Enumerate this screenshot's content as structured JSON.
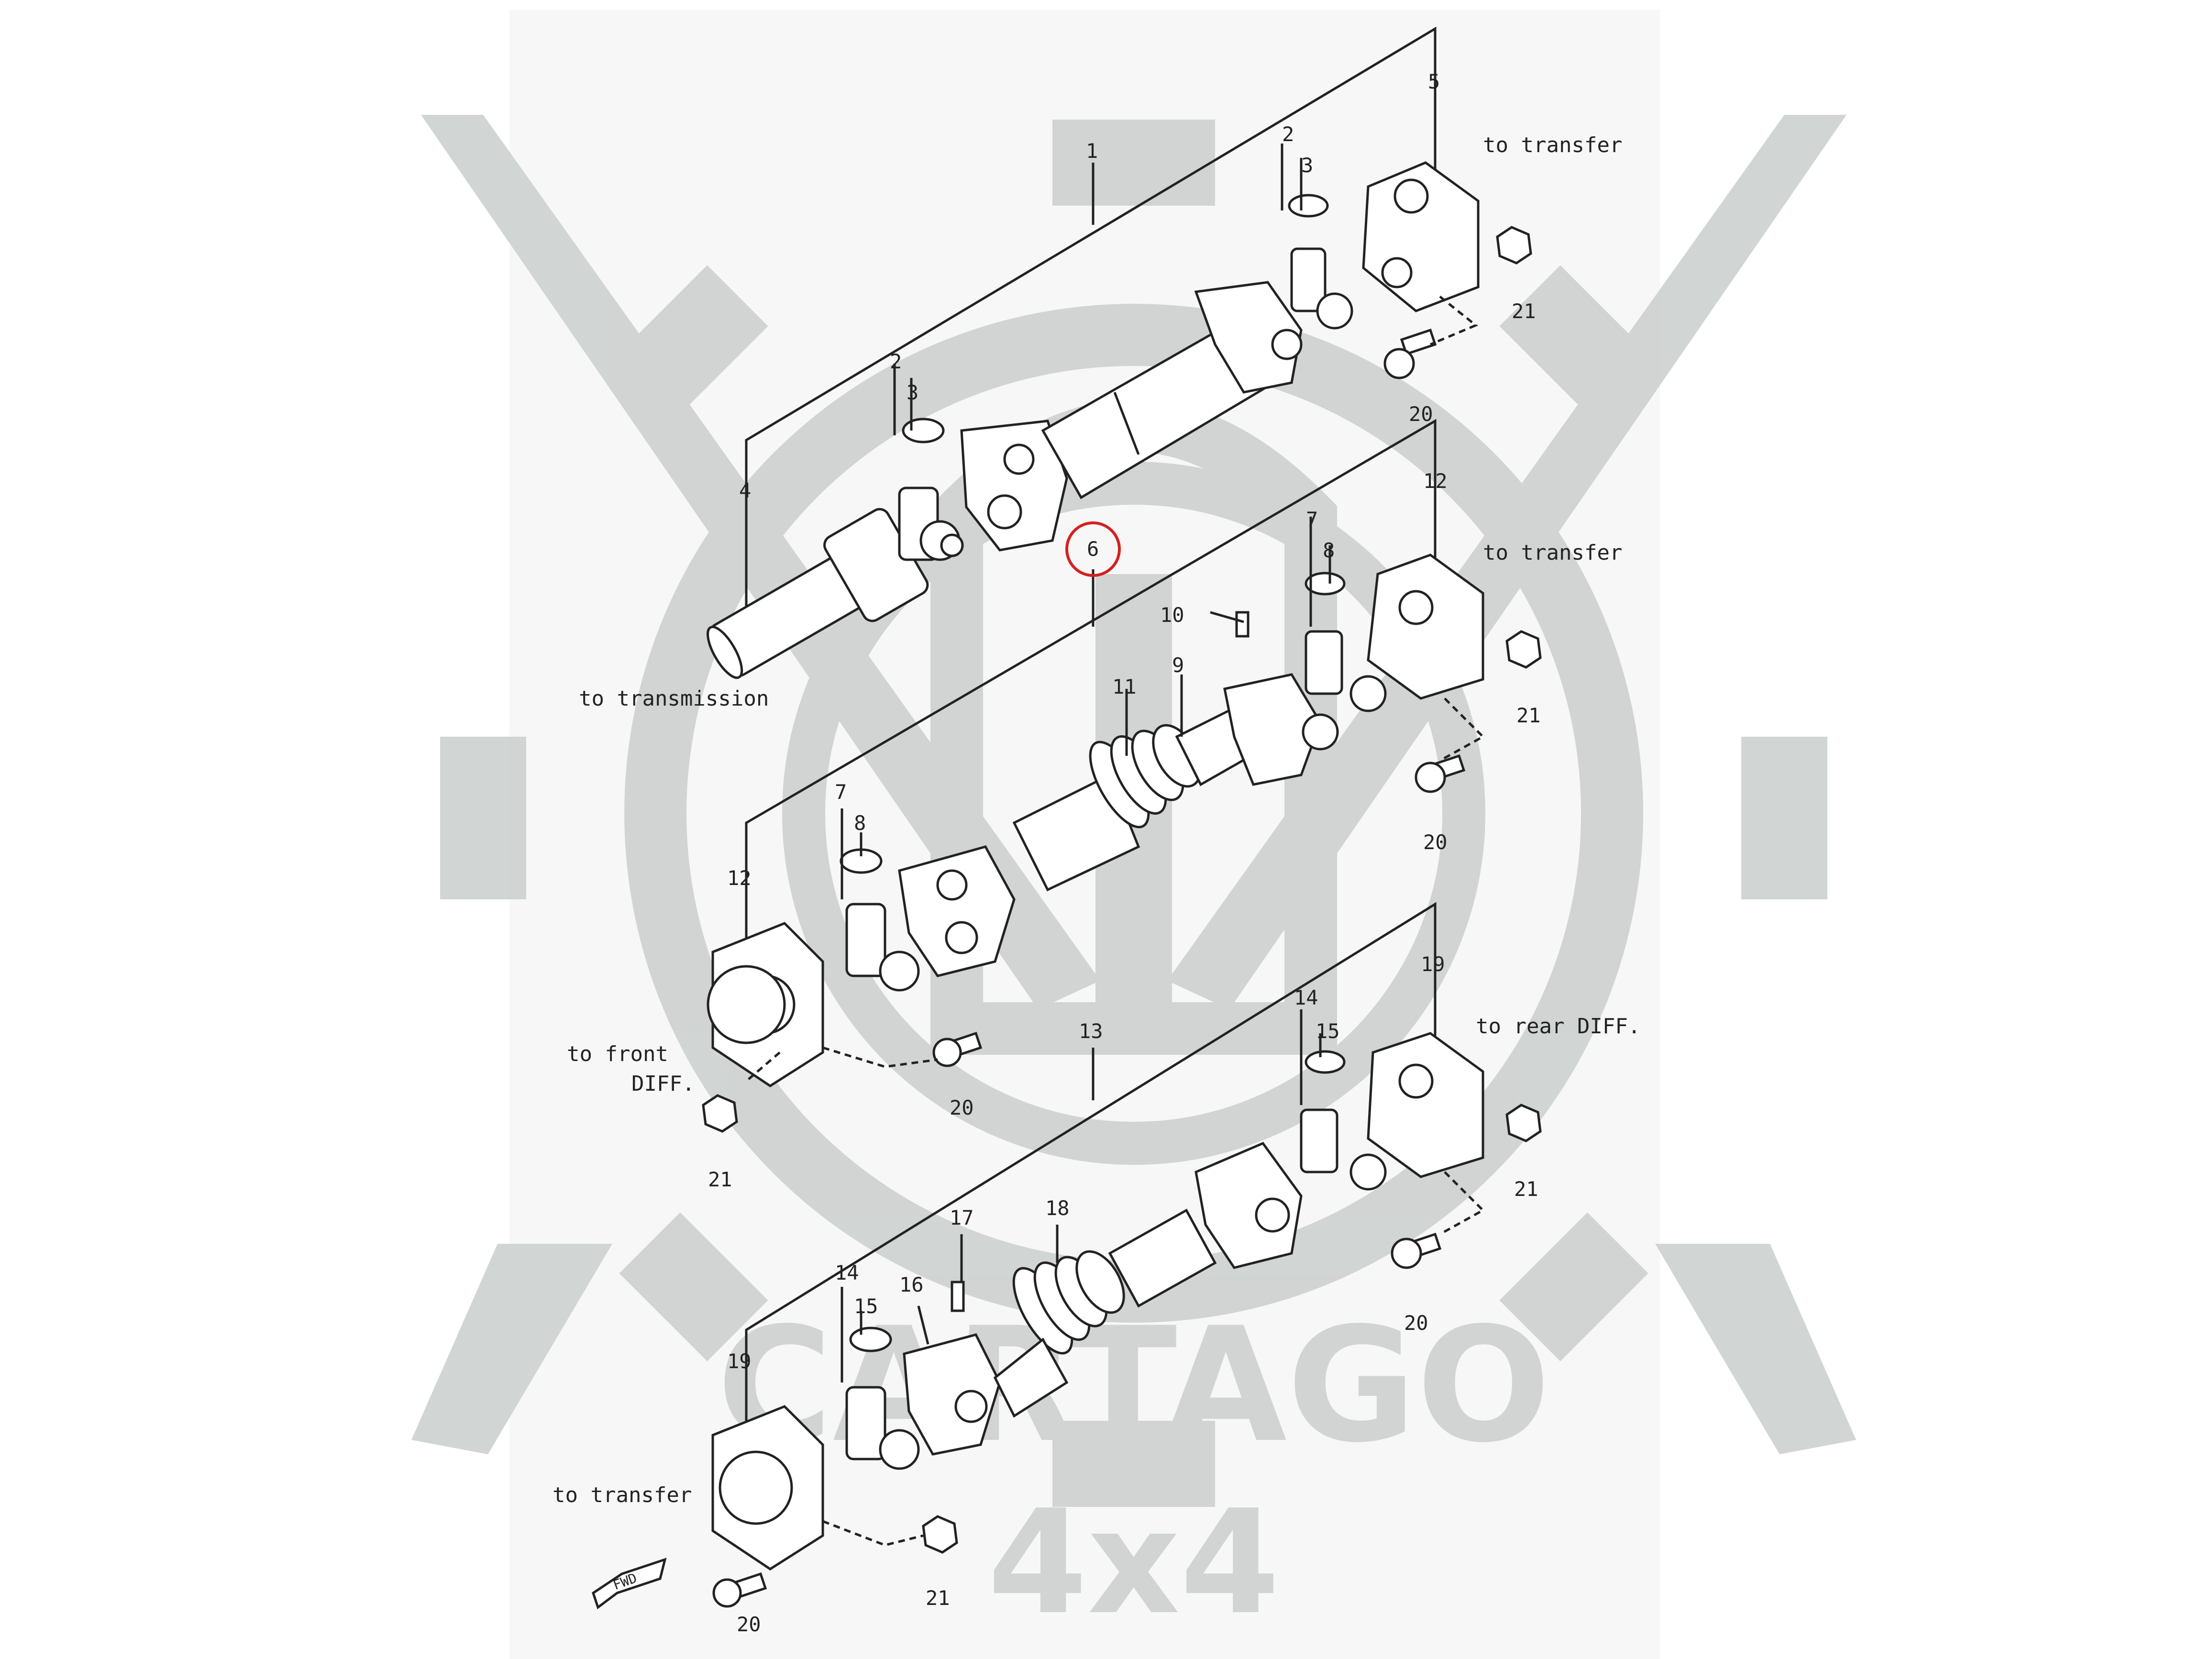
{
  "watermark": {
    "brand": "CARTAGO",
    "sub": "4x4"
  },
  "captions": {
    "to_transfer_1": "to transfer",
    "to_transfer_2": "to transfer",
    "to_transmission": "to transmission",
    "to_front": "to front",
    "diff_front": "DIFF.",
    "to_rear_diff": "to rear DIFF.",
    "to_transfer_3": "to transfer",
    "fwd": "FWD"
  },
  "callouts": {
    "n1": "1",
    "n2a": "2",
    "n3a": "3",
    "n2b": "2",
    "n3b": "3",
    "n4": "4",
    "n5": "5",
    "n6": "6",
    "n7a": "7",
    "n8a": "8",
    "n9": "9",
    "n10": "10",
    "n11": "11",
    "n12a": "12",
    "n7b": "7",
    "n8b": "8",
    "n12b": "12",
    "n13": "13",
    "n14a": "14",
    "n15a": "15",
    "n19a": "19",
    "n17": "17",
    "n18": "18",
    "n16": "16",
    "n14b": "14",
    "n15b": "15",
    "n19b": "19",
    "n20a": "20",
    "n21a": "21",
    "n20b": "20",
    "n21b": "21",
    "n20c": "20",
    "n21c": "21",
    "n20d": "20",
    "n21d": "21",
    "n20e": "20",
    "n21e": "21"
  },
  "highlight": {
    "circle_color": "#d62020",
    "callout": "6"
  },
  "colors": {
    "line": "#222222",
    "watermark": "#cfd3d1",
    "paper": "#f7f7f7"
  }
}
